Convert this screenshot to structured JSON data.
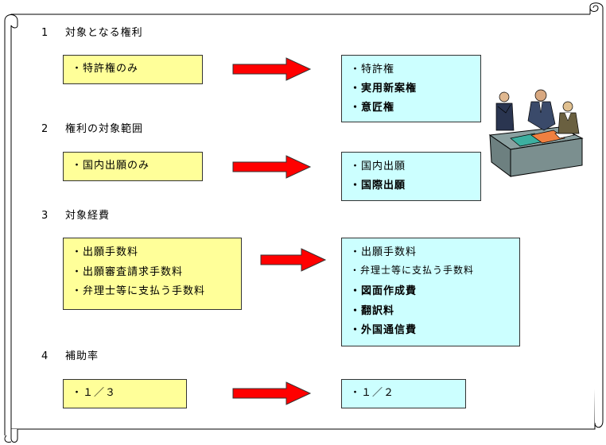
{
  "sections": [
    {
      "num": "1",
      "title": "対象となる権利",
      "before": [
        "・特許権のみ"
      ],
      "after": [
        {
          "text": "・特許権",
          "bold": false
        },
        {
          "text": "・実用新案権",
          "bold": true
        },
        {
          "text": "・意匠権",
          "bold": true
        }
      ]
    },
    {
      "num": "2",
      "title": "権利の対象範囲",
      "before": [
        "・国内出願のみ"
      ],
      "after": [
        {
          "text": "・国内出願",
          "bold": false
        },
        {
          "text": "・国際出願",
          "bold": true
        }
      ]
    },
    {
      "num": "3",
      "title": "対象経費",
      "before": [
        "・出願手数料",
        "・出願審査請求手数料",
        "・弁理士等に支払う手数料"
      ],
      "after": [
        {
          "text": "・出願手数料",
          "bold": false
        },
        {
          "text": "・弁理士等に支払う手数料",
          "bold": false
        },
        {
          "text": "・図面作成費",
          "bold": true
        },
        {
          "text": "・翻訳料",
          "bold": true
        },
        {
          "text": "・外国通信費",
          "bold": true
        }
      ]
    },
    {
      "num": "4",
      "title": "補助率",
      "before": [
        "・１／３"
      ],
      "after": [
        {
          "text": "・１／２",
          "bold": false
        }
      ]
    }
  ],
  "colors": {
    "before_box": "#ffff99",
    "after_box": "#ccffff",
    "arrow_fill": "#ff0000"
  },
  "illustration": "business-meeting-clipart"
}
